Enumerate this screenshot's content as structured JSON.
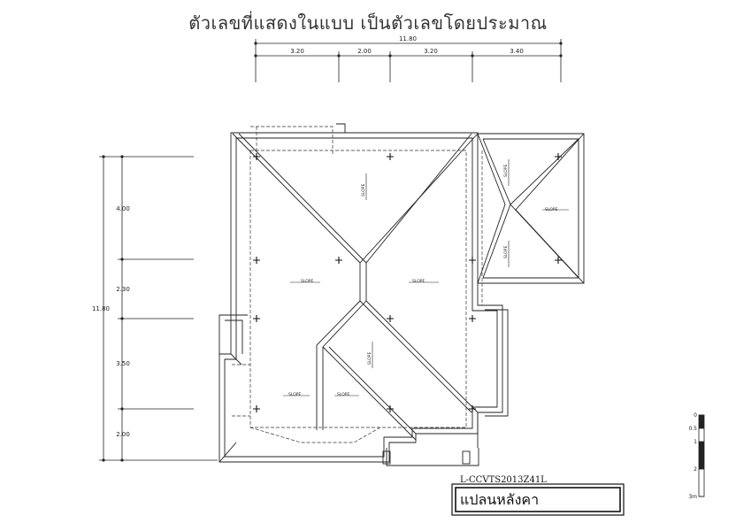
{
  "header": {
    "note": "ตัวเลขที่แสดงในแบบ เป็นตัวเลขโดยประมาณ"
  },
  "top_dimensions": {
    "total": "11.80",
    "segments": [
      "3.20",
      "2.00",
      "3.20",
      "3.40"
    ]
  },
  "left_dimensions": {
    "total": "11.80",
    "segments": [
      "4.00",
      "2.30",
      "3.50",
      "2.00"
    ]
  },
  "slope_label": "SLOPE",
  "drawing_code": "L-CCVTS2013Z41L",
  "title_block": {
    "title": "แปลนหลังคา"
  },
  "scale_bar": {
    "ticks": [
      "0",
      "0.5",
      "1",
      "2",
      "3m"
    ]
  }
}
